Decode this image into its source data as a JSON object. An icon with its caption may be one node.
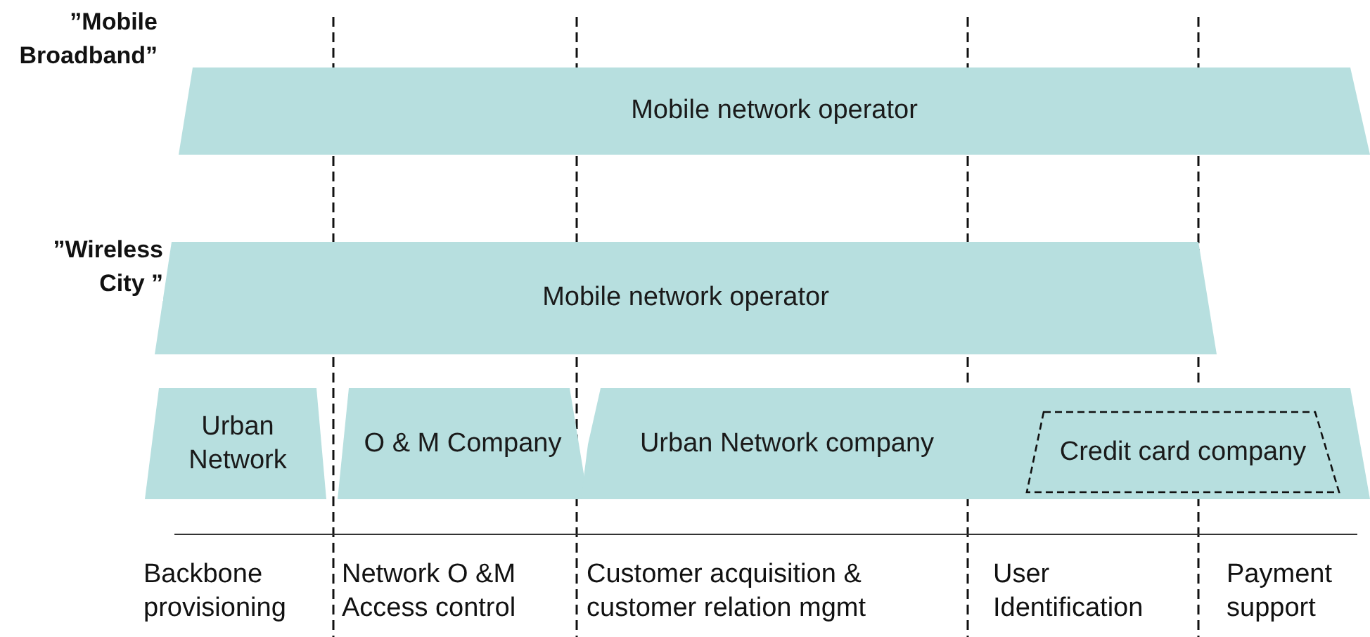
{
  "diagram": {
    "nodes": [
      {
        "text": [
          "Mobile network operator"
        ]
      },
      {
        "text": [
          "Mobile network operator"
        ]
      },
      {
        "text": [
          "Urban Network"
        ]
      },
      {
        "text": [
          "O & M Company"
        ]
      },
      {
        "text": [
          "Urban Network company"
        ]
      },
      {
        "text": [
          "Credit card company"
        ],
        "in": 4
      }
    ],
    "labels": [
      "”Mobile Broadband”",
      "”Wireless City ”",
      "Backbone provisioning",
      "Network O &M Access control",
      "Customer acquisition & customer relation mgmt",
      "User Identification",
      "Payment support"
    ]
  }
}
